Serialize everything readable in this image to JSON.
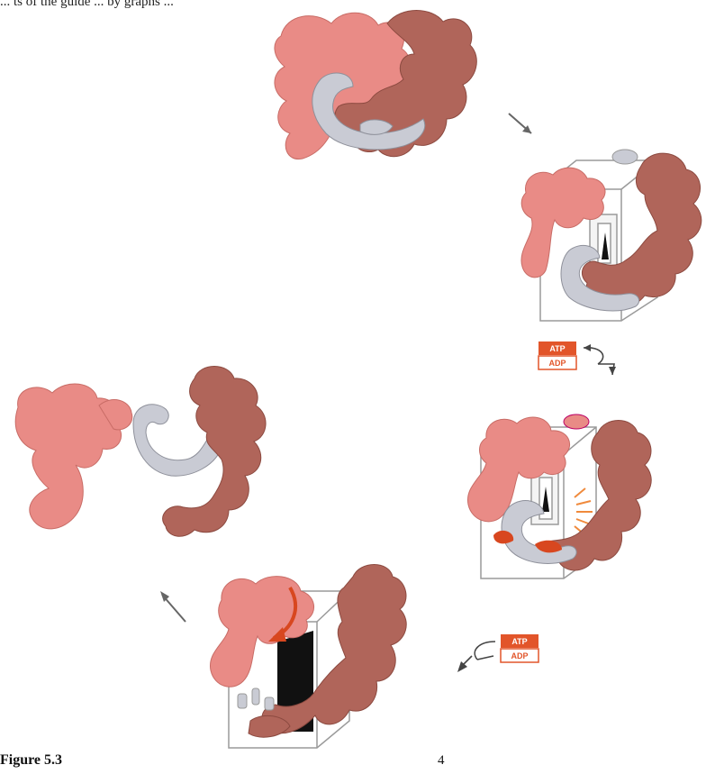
{
  "caption_top": "... ts of the guide ... by graphs ...",
  "figure_label": "Figure 5.3",
  "figure_tail_mark": "4",
  "cofactor_labels": {
    "atp": "ATP",
    "adp": "ADP"
  },
  "colors": {
    "subunit_light": "#e98b86",
    "subunit_dark": "#b0655a",
    "substrate": "#c9cbd4",
    "chamber_outline": "#9a9a9a",
    "atp_box": "#e2552a",
    "adp_box": "#f4a58c",
    "release_arrow": "#d8471f",
    "background": "#ffffff"
  },
  "diagram": {
    "stages": [
      {
        "id": "stage-1",
        "state": "closed-complex"
      },
      {
        "id": "stage-2",
        "state": "chamber-entry"
      },
      {
        "id": "stage-3",
        "state": "atp-hydrolysis"
      },
      {
        "id": "stage-4",
        "state": "release"
      },
      {
        "id": "stage-5",
        "state": "dissociated"
      }
    ]
  }
}
